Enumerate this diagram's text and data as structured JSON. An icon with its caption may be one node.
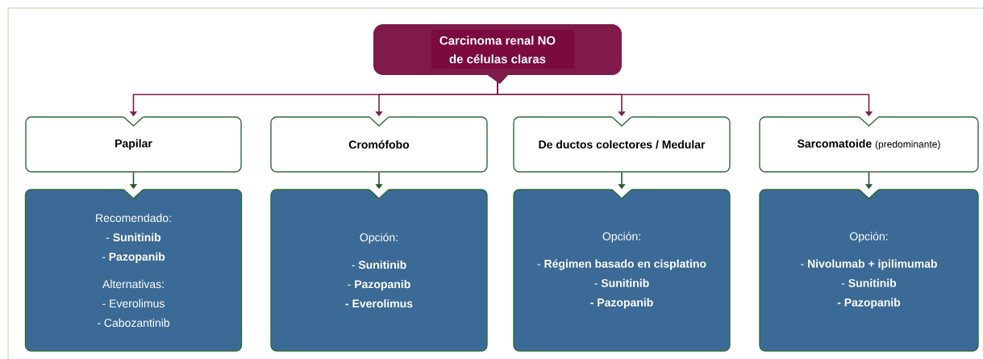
{
  "diagram": {
    "nodes": [
      {
        "text": [
          "Carcinoma renal NO de células claras"
        ]
      },
      {
        "text": [
          "Papilar"
        ]
      },
      {
        "text": [
          "Cromófobo"
        ]
      },
      {
        "text": [
          "De ductos colectores / Medular"
        ]
      },
      {
        "text": [
          "Sarcomatoide",
          "(predominante)"
        ]
      },
      {
        "text": [
          "Recomendado:",
          "- **Sunitinib**",
          "- **Pazopanib**",
          "Alternativas:",
          "- Everolimus",
          "- Cabozantinib"
        ]
      },
      {
        "text": [
          "Opción:",
          "- **Sunitinib**",
          "- **Pazopanib**",
          "**- Everolimus**"
        ]
      },
      {
        "text": [
          "Opción:",
          "- **Régimen basado en cisplatino**",
          "- **Sunitinib**",
          "**- Pazopanib**"
        ]
      },
      {
        "text": [
          "Opción:",
          "- **Nivolumab + ipilimumab**",
          "- **Sunitinib**",
          "**- Pazopanib**"
        ]
      }
    ],
    "edges": [
      {
        "from": 0,
        "to": 1,
        "arrow": "to",
        "color": "#7b1f4b"
      },
      {
        "from": 0,
        "to": 2,
        "arrow": "to",
        "color": "#7b1f4b"
      },
      {
        "from": 0,
        "to": 3,
        "arrow": "to",
        "color": "#7b1f4b"
      },
      {
        "from": 0,
        "to": 4,
        "arrow": "to",
        "color": "#7b1f4b"
      },
      {
        "from": 1,
        "to": 5,
        "arrow": "to",
        "color": "#1f5a2a"
      },
      {
        "from": 2,
        "to": 6,
        "arrow": "to",
        "color": "#1f5a2a"
      },
      {
        "from": 3,
        "to": 7,
        "arrow": "to",
        "color": "#1f5a2a"
      },
      {
        "from": 4,
        "to": 8,
        "arrow": "to",
        "color": "#1f5a2a"
      }
    ]
  }
}
